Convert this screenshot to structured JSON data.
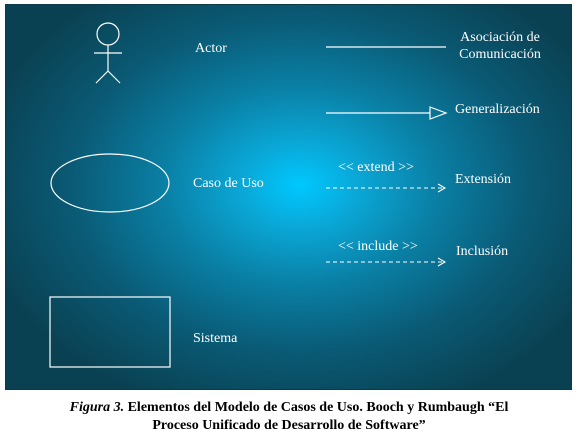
{
  "elements": {
    "actor_label": "Actor",
    "use_case_label": "Caso de Uso",
    "system_label": "Sistema"
  },
  "relations": {
    "association_line1": "Asociación de",
    "association_line2": "Comunicación",
    "generalization": "Generalización",
    "extend_stereotype": "<< extend >>",
    "extension": "Extensión",
    "include_stereotype": "<< include >>",
    "inclusion": "Inclusión"
  },
  "caption": {
    "figure_label": "Figura 3.",
    "line1_rest": " Elementos del Modelo de Casos de Uso. Booch y Rumbaugh “El",
    "line2": "Proceso Unificado de Desarrollo de Software”"
  },
  "colors": {
    "panel_center": "#00c8ff",
    "panel_edge": "#0a4152",
    "stroke": "#ffffff"
  }
}
